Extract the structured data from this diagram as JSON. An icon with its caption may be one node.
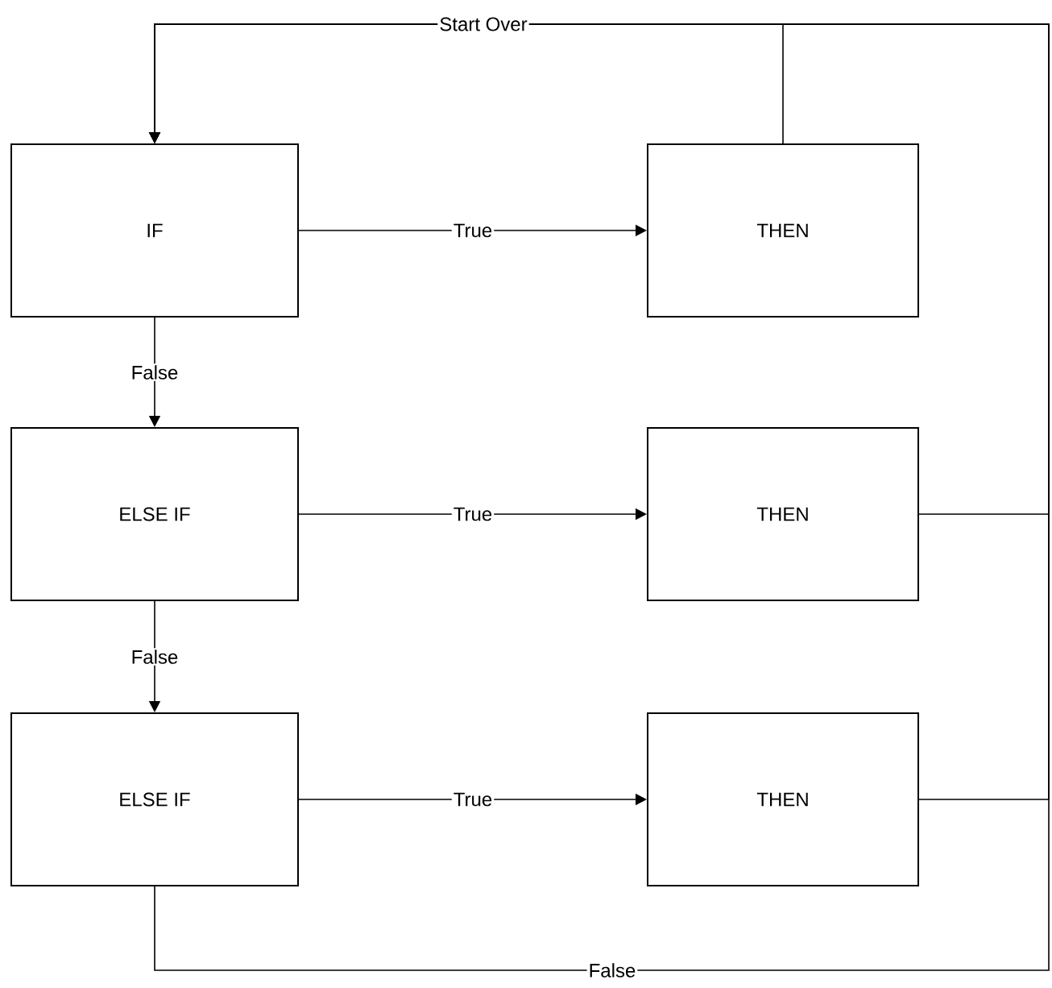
{
  "diagram": {
    "nodes": [
      {
        "text": [
          "IF"
        ]
      },
      {
        "text": [
          "THEN"
        ]
      },
      {
        "text": [
          "ELSE IF"
        ]
      },
      {
        "text": [
          "THEN"
        ]
      },
      {
        "text": [
          "ELSE IF"
        ]
      },
      {
        "text": [
          "THEN"
        ]
      }
    ],
    "edges": [
      {
        "from": 0,
        "to": 1,
        "label": "True",
        "arrow": "to"
      },
      {
        "from": 0,
        "to": 2,
        "label": "False",
        "arrow": "to"
      },
      {
        "from": 2,
        "to": 3,
        "label": "True",
        "arrow": "to"
      },
      {
        "from": 2,
        "to": 4,
        "label": "False",
        "arrow": "to"
      },
      {
        "from": 4,
        "to": 5,
        "label": "True",
        "arrow": "to"
      },
      {
        "from": 1,
        "to": 0,
        "label": "Start Over",
        "arrow": "to"
      },
      {
        "from": 3,
        "to": 0,
        "arrow": "to"
      },
      {
        "from": 5,
        "to": 0,
        "arrow": "to"
      },
      {
        "from": 4,
        "to": 0,
        "label": "False",
        "arrow": "to"
      }
    ]
  }
}
